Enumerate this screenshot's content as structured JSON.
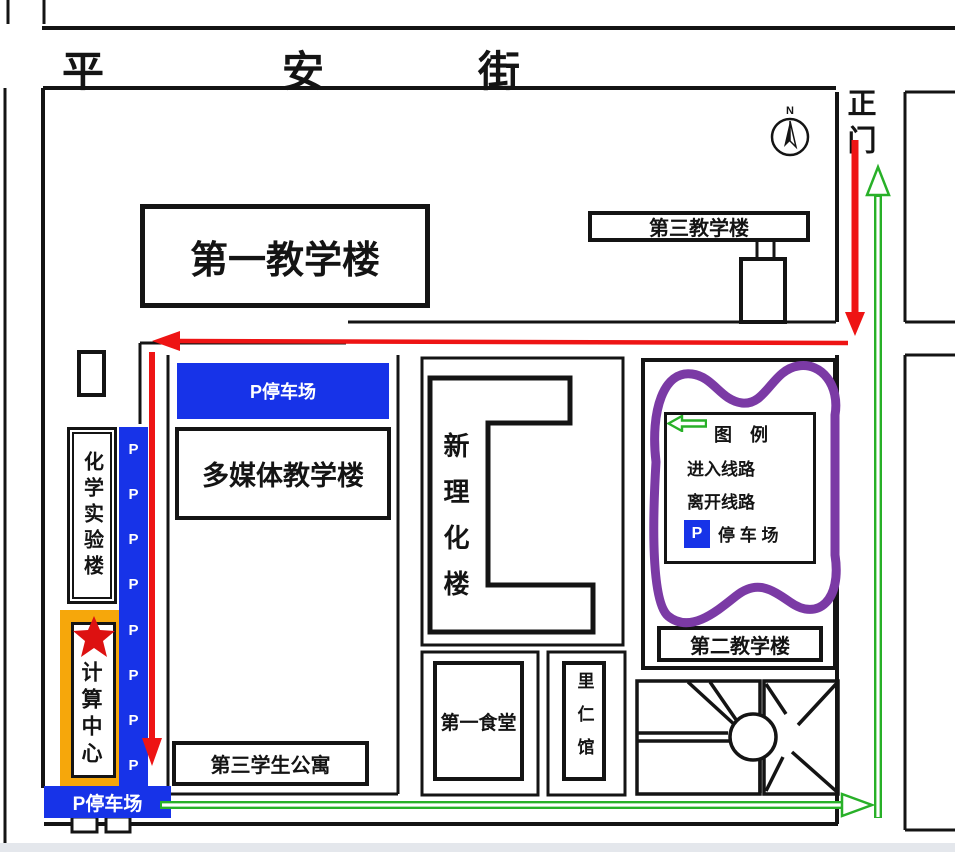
{
  "street": {
    "chars": [
      "平",
      "安",
      "街"
    ]
  },
  "gate": {
    "label": "正门"
  },
  "compass": {
    "north_label": "N"
  },
  "buildings": {
    "teaching1": "第一教学楼",
    "teaching3": "第三教学楼",
    "teaching2": "第二教学楼",
    "multimedia": "多媒体教学楼",
    "new_science": "新理化楼",
    "chem_lab": "化学实验楼",
    "computing_center": "计算中心",
    "dining1": "第一食堂",
    "liren_hall": "里仁馆",
    "dorm3": "第三学生公寓"
  },
  "parking": {
    "north_lot_label": "P停车场",
    "southwest_lot_label": "P停车场",
    "p_marker": "P"
  },
  "legend": {
    "title": "图　例",
    "entry_label": "进入线路",
    "exit_label": "离开线路",
    "parking_label": "停 车 场",
    "parking_symbol": "P"
  },
  "colors": {
    "parking_blue": "#1733e8",
    "entry_red": "#ee1414",
    "exit_green": "#28b028",
    "highlight_purple": "#7b3aa5",
    "marker_orange": "#f6a70b",
    "line_black": "#141414"
  }
}
